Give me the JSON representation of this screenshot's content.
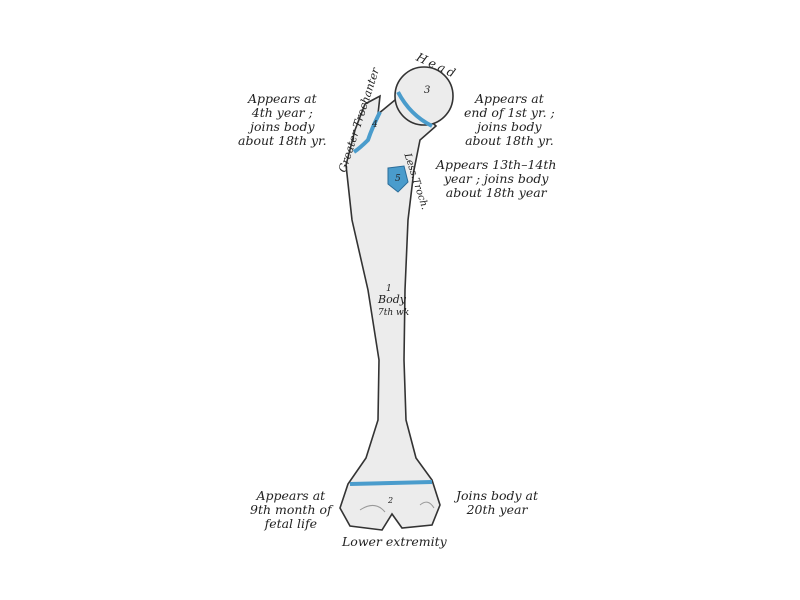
{
  "figure": {
    "structure_labels": {
      "head": "Head",
      "greater_trochanter": "Greater Trochanter",
      "lesser_trochanter": "Less.Troch.",
      "body": "Body",
      "body_time": "7th wk",
      "lower_extremity": "Lower extremity"
    },
    "center_numbers": {
      "body": "1",
      "lower": "2",
      "head": "3",
      "greater_trochanter": "4",
      "lesser_trochanter": "5"
    },
    "annotations": {
      "greater_trochanter": [
        "Appears at",
        "4th year ;",
        "joins body",
        "about 18th yr."
      ],
      "head": [
        "Appears at",
        "end of 1st yr. ;",
        "joins body",
        "about 18th yr."
      ],
      "lesser_trochanter": [
        "Appears 13th–14th",
        "year ; joins body",
        "about 18th year"
      ],
      "lower_appears": [
        "Appears at",
        "9th month of",
        "fetal life"
      ],
      "lower_joins": [
        "Joins body at",
        "20th year"
      ]
    },
    "colors": {
      "epiphyseal_line": "#4a9ccc",
      "bone": "#ececec",
      "outline": "#333333"
    }
  }
}
